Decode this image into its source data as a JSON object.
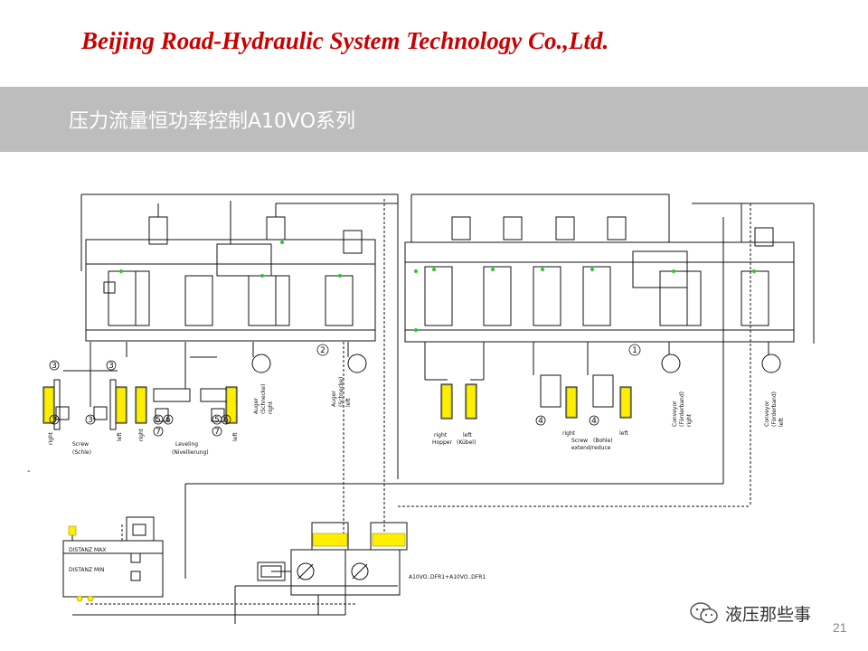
{
  "header": {
    "company": "Beijing Road-Hydraulic System Technology Co.,Ltd.",
    "slide_title": "压力流量恒功率控制A10VO系列"
  },
  "diagram": {
    "labels": {
      "right_a": "right",
      "screw": "Screw",
      "screw_de": "(Schle)",
      "left_a": "left",
      "right_b": "right",
      "left_b": "left",
      "leveling": "Leveling",
      "leveling_de": "(Nivellierung)",
      "auger": "Auger",
      "auger_de": "(Schnecke)",
      "auger_right": "right",
      "auger2": "Auger",
      "auger2_de": "(Schnecke)",
      "auger2_left": "left",
      "right_hopper": "right",
      "hopper": "Hopper",
      "hopper_de": "(Kübel)",
      "left_hopper": "left",
      "right_screed": "right",
      "left_screed": "left",
      "screed": "Screw",
      "screed_de": "(Bohle)",
      "extend_reduce": "extend/reduce",
      "conveyor_r": "Conveyor",
      "conveyor_r_de": "(Förderband)",
      "conveyor_r_side": "right",
      "conveyor_l": "Conveyor",
      "conveyor_l_de": "(Förderband)",
      "conveyor_l_side": "left",
      "pump_model": "A10VO..DFR1+A10VO..DFR1",
      "box_line1": "DISTANZ MAX",
      "box_line2": "DISTANZ MIN"
    },
    "callouts": {
      "c1": "1",
      "c2": "2",
      "c3a": "3",
      "c3b": "3",
      "c3c": "3",
      "c3d": "3",
      "c4a": "4",
      "c4b": "4",
      "c5a": "5",
      "c5b": "5",
      "c6a": "6",
      "c6b": "6",
      "c7a": "7",
      "c7b": "7"
    }
  },
  "footer": {
    "watermark": "液压那些事",
    "page_number": "21",
    "dash": "-"
  },
  "colors": {
    "company": "#cc0000",
    "band": "#bdbdbd",
    "line": "#111111",
    "highlight": "#ffee00",
    "accent": "#22cc22"
  }
}
